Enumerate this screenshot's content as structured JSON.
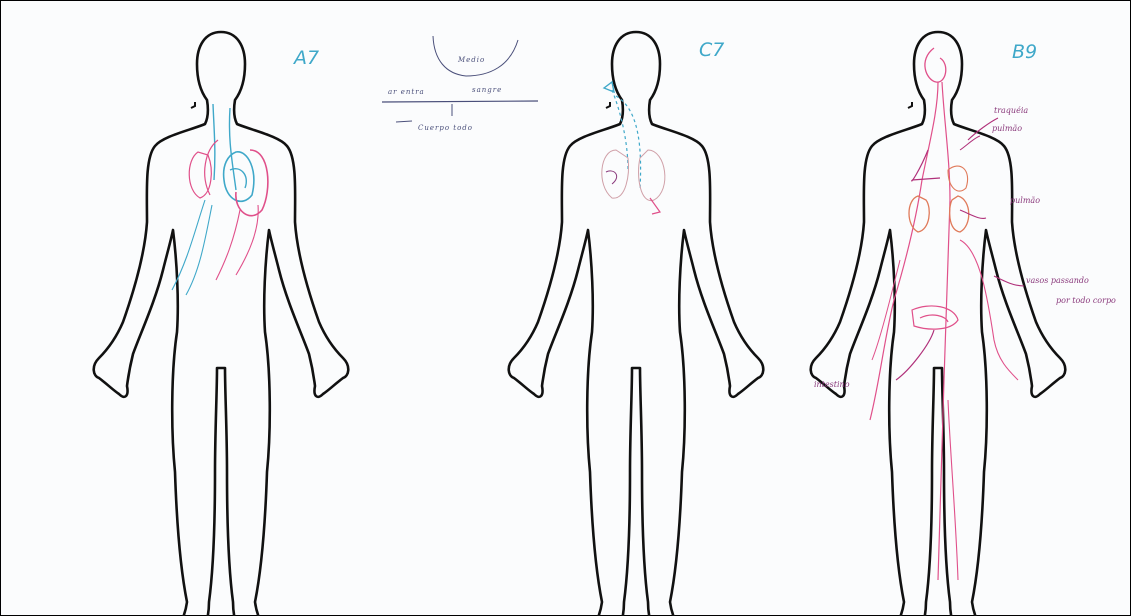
{
  "figures": [
    {
      "code": "A7"
    },
    {
      "code": "C7"
    },
    {
      "code": "B9"
    }
  ],
  "top_note": {
    "word_top": "Medio",
    "word_left": "ar entra",
    "word_right": "sangre",
    "word_bottom": "Cuerpo todo"
  },
  "annotations_b9": {
    "a1": "traquéia",
    "a2": "pulmão",
    "a3": "pulmão",
    "a4": "vasos passando",
    "a5": "por todo corpo",
    "a6": "intestino"
  },
  "colors": {
    "outline": "#111111",
    "blue_ink": "#3fa8c9",
    "pink_ink": "#e0508a",
    "magenta_ink": "#b0307a",
    "orange_ink": "#e07a5a"
  }
}
